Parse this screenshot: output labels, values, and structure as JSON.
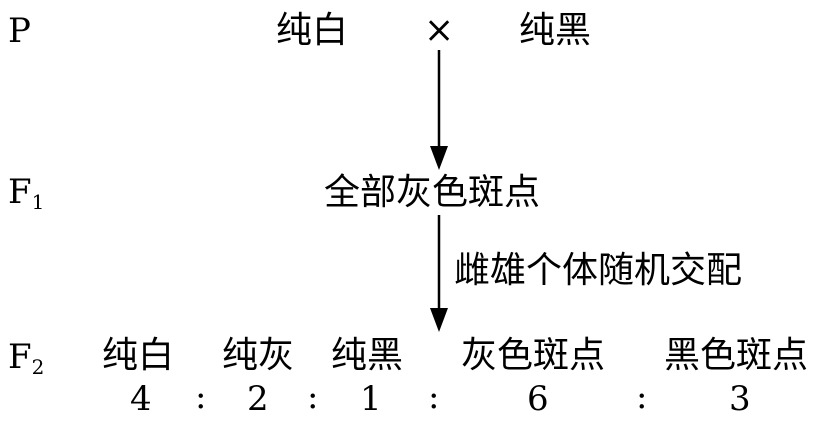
{
  "generations": {
    "p": {
      "label": "P"
    },
    "f1": {
      "label": "F",
      "sub": "1"
    },
    "f2": {
      "label": "F",
      "sub": "2"
    }
  },
  "cross": {
    "parent1": "纯白",
    "symbol": "×",
    "parent2": "纯黑"
  },
  "f1_result": "全部灰色斑点",
  "mating_label": "雌雄个体随机交配",
  "f2_phenotypes": [
    "纯白",
    "纯灰",
    "纯黑",
    "灰色斑点",
    "黑色斑点"
  ],
  "f2_ratio": [
    "4",
    ":",
    "2",
    ":",
    "1",
    ":",
    "6",
    ":",
    "3"
  ]
}
